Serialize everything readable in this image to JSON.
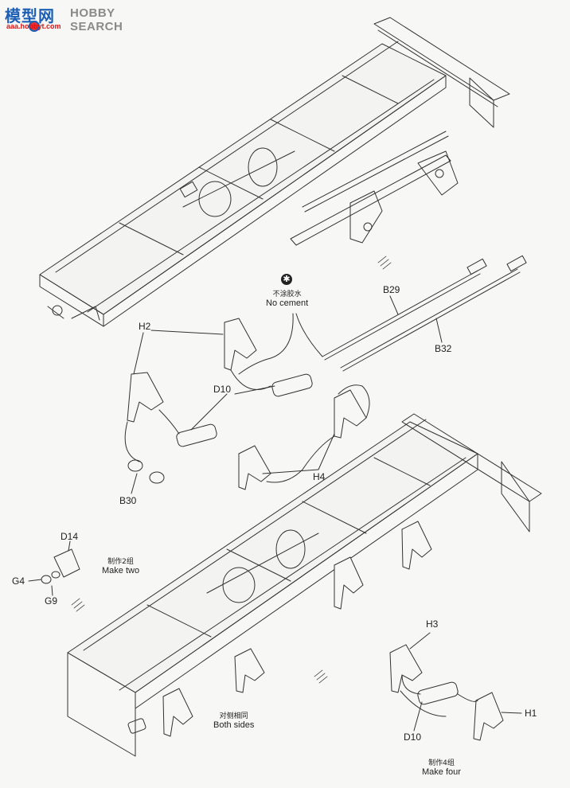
{
  "watermark": {
    "cn": "模型网",
    "en": "HOBBY SEARCH",
    "url": "aaa.hobbyt.com"
  },
  "labels": {
    "h2": "H2",
    "d10_top": "D10",
    "h4": "H4",
    "b30": "B30",
    "b29": "B29",
    "b32": "B32",
    "d14": "D14",
    "g4": "G4",
    "g9": "G9",
    "h3": "H3",
    "h1": "H1",
    "d10_bottom": "D10"
  },
  "notes": {
    "no_cement_cn": "不涂胶水",
    "no_cement_en": "No cement",
    "make_two_cn": "制作2组",
    "make_two_en": "Make two",
    "both_sides_cn": "对侧相同",
    "both_sides_en": "Both sides",
    "make_four_cn": "制作4组",
    "make_four_en": "Make four"
  },
  "icons": {
    "no_cement": "no-cement-icon"
  }
}
